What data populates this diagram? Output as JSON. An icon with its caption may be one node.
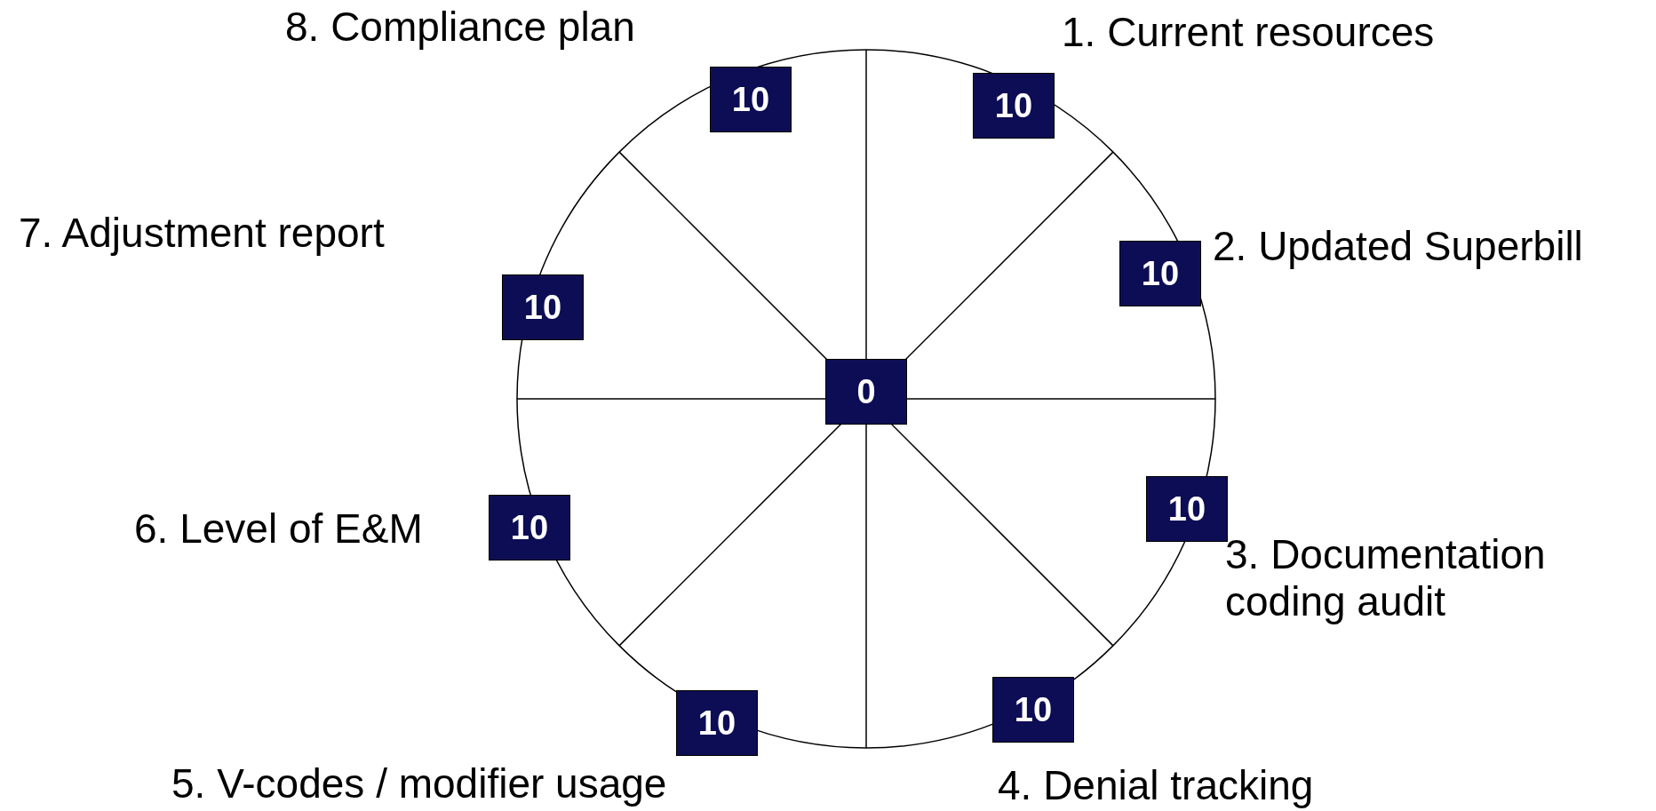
{
  "diagram": {
    "nodes": [
      {
        "text": [
          "0"
        ]
      },
      {
        "text": [
          "10"
        ],
        "beside": [
          "1. Current resources"
        ]
      },
      {
        "text": [
          "10"
        ],
        "beside": [
          "2. Updated Superbill"
        ]
      },
      {
        "text": [
          "10"
        ],
        "beside": [
          "3.  Documentation coding audit"
        ]
      },
      {
        "text": [
          "10"
        ],
        "beside": [
          "4. Denial tracking"
        ]
      },
      {
        "text": [
          "10"
        ],
        "beside": [
          "5. V-codes / modifier usage"
        ]
      },
      {
        "text": [
          "10"
        ],
        "beside": [
          "6. Level of E&M"
        ]
      },
      {
        "text": [
          "10"
        ],
        "beside": [
          "7. Adjustment report"
        ]
      },
      {
        "text": [
          "10"
        ],
        "beside": [
          "8. Compliance plan"
        ]
      }
    ]
  }
}
